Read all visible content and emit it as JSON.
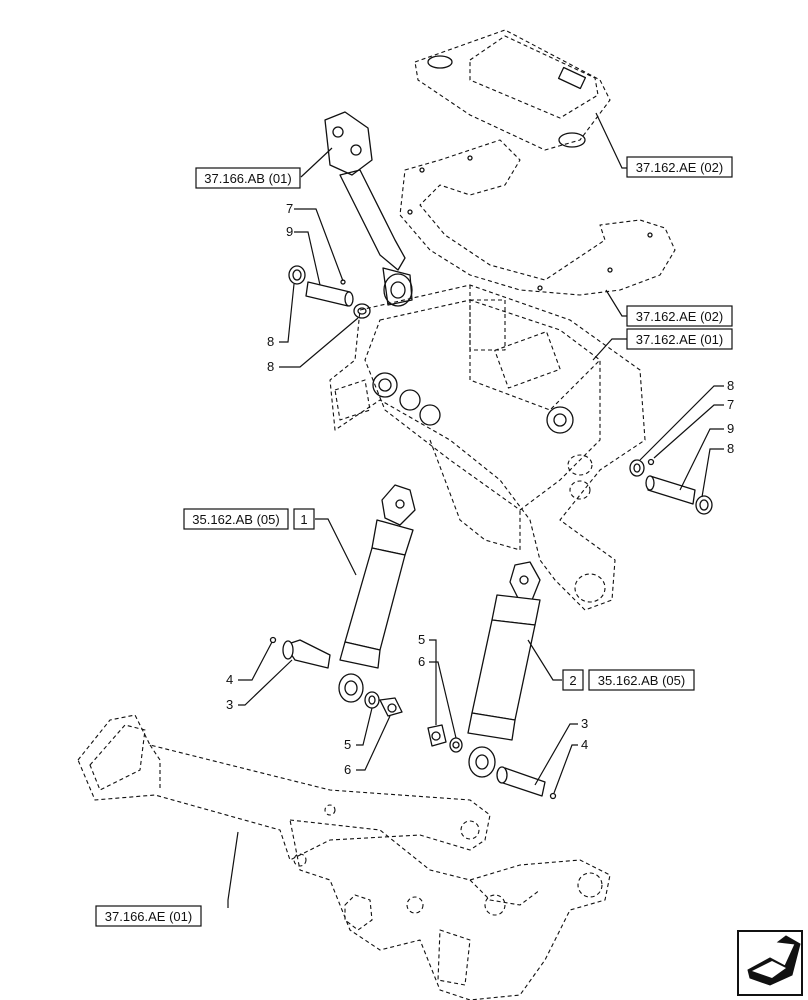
{
  "references": {
    "top_plate": "37.162.AE (02)",
    "top_link": "37.166.AB (01)",
    "mid_plate": "37.162.AE (02)",
    "frame": "37.162.AE (01)",
    "cyl_left": "35.162.AB (05)",
    "cyl_right": "35.162.AB (05)",
    "lower_arm": "37.166.AE (01)"
  },
  "item_boxes": {
    "cyl_left_item": "1",
    "cyl_right_item": "2"
  },
  "callouts": {
    "upper_left_7": "7",
    "upper_left_9": "9",
    "upper_left_8a": "8",
    "upper_left_8b": "8",
    "right_8a": "8",
    "right_7": "7",
    "right_9": "9",
    "right_8b": "8",
    "left_4": "4",
    "left_3": "3",
    "left_5": "5",
    "left_6": "6",
    "mid_5": "5",
    "mid_6": "6",
    "right_3": "3",
    "right_4": "4"
  },
  "nav_icon": "arrow-navigation-icon"
}
